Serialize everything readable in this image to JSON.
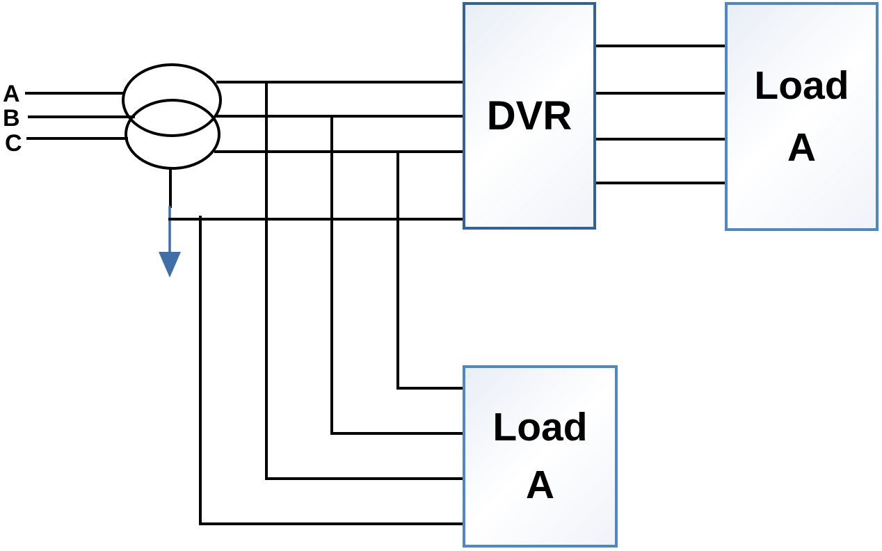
{
  "diagram": {
    "title_implicit": "",
    "phase_labels": {
      "a": "A",
      "b": "B",
      "c": "C"
    },
    "blocks": {
      "dvr": {
        "label": "DVR"
      },
      "load_right": {
        "line1": "Load",
        "line2": "A"
      },
      "load_bottom": {
        "line1": "Load",
        "line2": "A"
      }
    },
    "icons": {
      "transformer": "transformer-coils-icon (two overlapping ellipses)",
      "ground_arrow": "▼ downward ground/neutral arrow"
    },
    "colors": {
      "wire": "#000000",
      "dvr_border": "#31629B",
      "load_border": "#4E87C6",
      "arrow_blue": "#3F6FA6",
      "box_fill_light": "#E9EEF6",
      "box_fill_white": "#FFFFFF"
    }
  }
}
